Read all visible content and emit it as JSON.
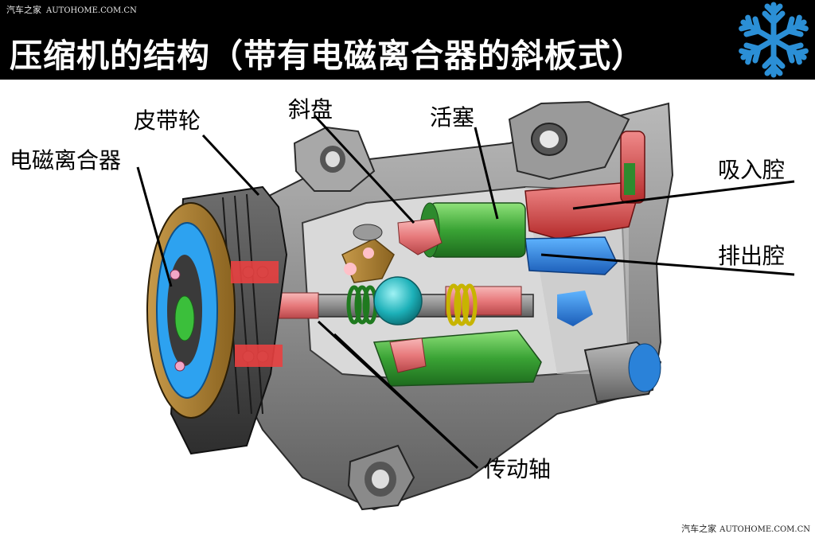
{
  "watermark_top": {
    "brand": "汽车之家",
    "url": "AUTOHOME.COM.CN"
  },
  "watermark_bottom": {
    "brand": "汽车之家",
    "url": "AUTOHOME.COM.CN"
  },
  "header": {
    "title": "压缩机的结构（带有电磁离合器的斜板式）",
    "icon": "snowflake-icon",
    "background": "#000000",
    "icon_color": "#2b8fd6"
  },
  "labels": {
    "pulley": "皮带轮",
    "clutch": "电磁离合器",
    "swash_plate": "斜盘",
    "piston": "活塞",
    "suction_chamber": "吸入腔",
    "discharge_chamber": "排出腔",
    "drive_shaft": "传动轴"
  }
}
